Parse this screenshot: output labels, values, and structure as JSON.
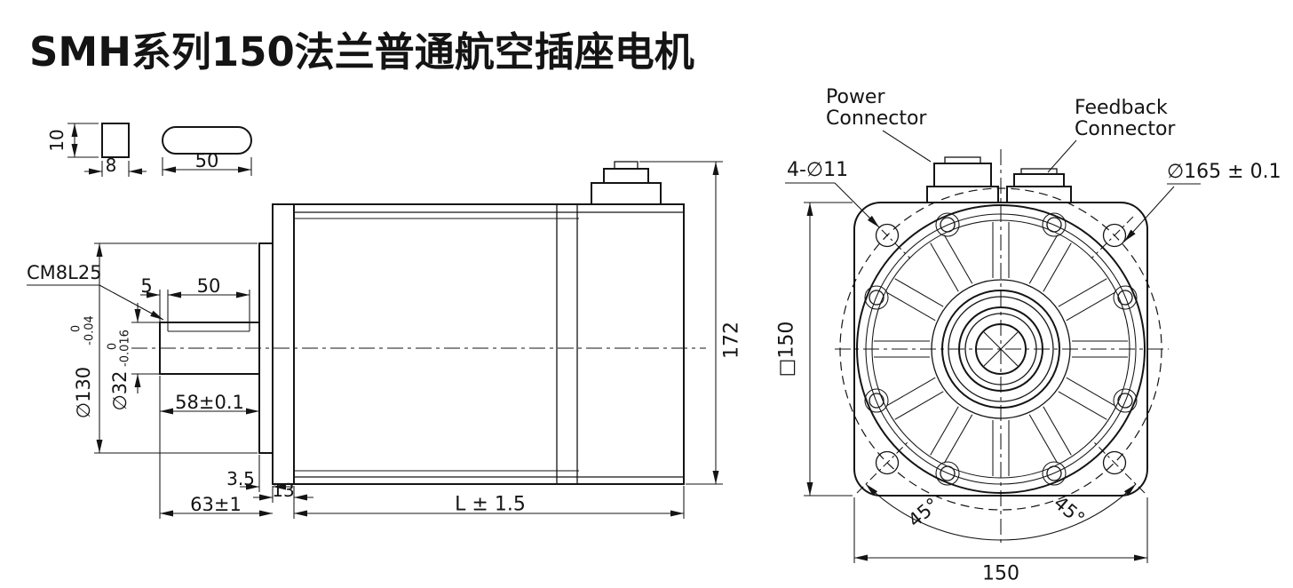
{
  "colors": {
    "ink": "#141414",
    "background": "#ffffff"
  },
  "title": "SMH系列150法兰普通航空插座电机",
  "side_view": {
    "key_detail": {
      "height": "10",
      "width": "8",
      "length": "50"
    },
    "shaft_label": "CM8L25",
    "dims": {
      "key_offset": "5",
      "keyway_length": "50",
      "shaft_dia": "∅32",
      "shaft_dia_tol_upper": "0",
      "shaft_dia_tol_lower": "-0.016",
      "pilot_dia": "∅130",
      "pilot_dia_tol_upper": "0",
      "pilot_dia_tol_lower": "-0.04",
      "shaft_length": "58±0.1",
      "pilot_depth": "3.5",
      "flange_thickness": "13",
      "front_length": "63±1",
      "body_length": "L ± 1.5",
      "total_height": "172"
    }
  },
  "front_view": {
    "power_connector": {
      "line1": "Power",
      "line2": "Connector"
    },
    "feedback_connector": {
      "line1": "Feedback",
      "line2": "Connector"
    },
    "dims": {
      "mounting_holes": "4-∅11",
      "bolt_circle": "∅165 ± 0.1",
      "flange_square": "□150",
      "angle_left": "45°",
      "angle_right": "45°",
      "flange_width": "150"
    }
  }
}
